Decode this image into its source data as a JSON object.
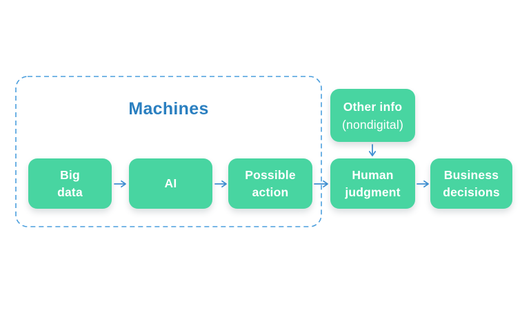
{
  "diagram": {
    "group_label": "Machines",
    "nodes": {
      "big_data": {
        "line1": "Big",
        "line2": "data"
      },
      "ai": {
        "line1": "AI",
        "line2": ""
      },
      "possible_action": {
        "line1": "Possible",
        "line2": "action"
      },
      "other_info": {
        "line1": "Other info",
        "line2": "(nondigital)"
      },
      "human_judgment": {
        "line1": "Human",
        "line2": "judgment"
      },
      "business_decisions": {
        "line1": "Business",
        "line2": "decisions"
      }
    },
    "group_members": [
      "Big data",
      "AI",
      "Possible action"
    ],
    "arrows": [
      {
        "from": "Big data",
        "to": "AI"
      },
      {
        "from": "AI",
        "to": "Possible action"
      },
      {
        "from": "Possible action",
        "to": "Human judgment"
      },
      {
        "from": "Other info (nondigital)",
        "to": "Human judgment"
      },
      {
        "from": "Human judgment",
        "to": "Business decisions"
      }
    ],
    "colors": {
      "node_fill": "#48d5a1",
      "node_text": "#ffffff",
      "arrow_blue": "#3f8fd2",
      "group_border_blue": "#4a9edd",
      "title_blue": "#2a7fc0",
      "background": "#ffffff"
    }
  }
}
